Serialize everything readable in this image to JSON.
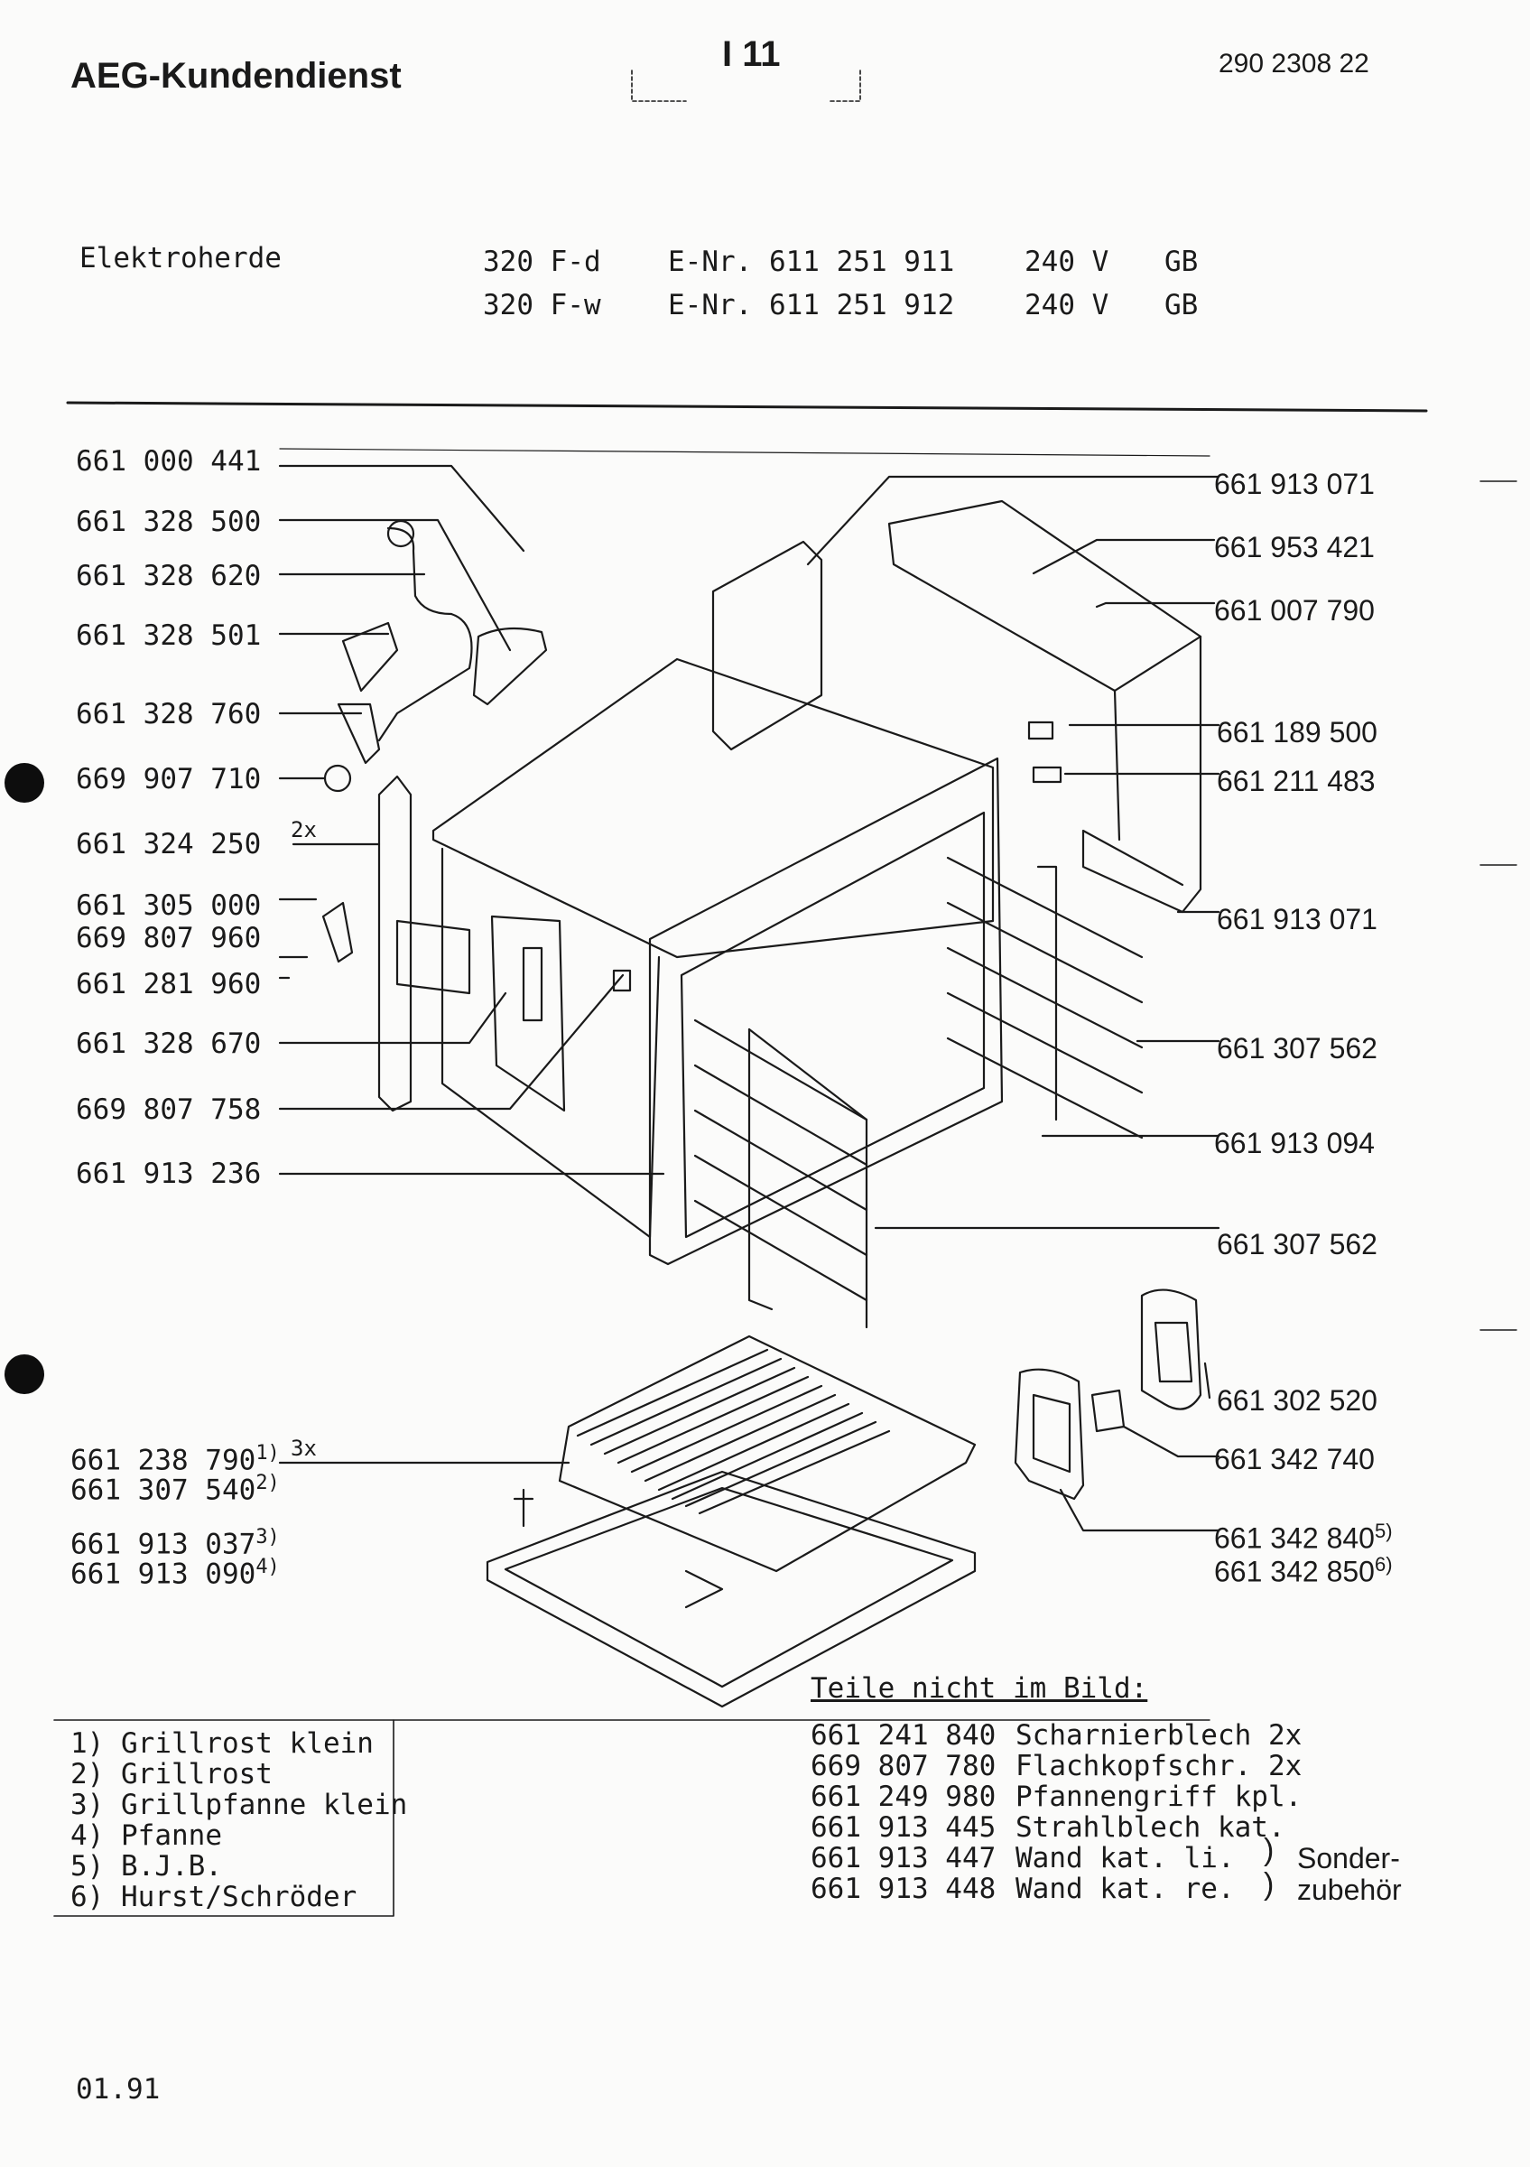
{
  "header": {
    "brand": "AEG-Kundendienst",
    "section_code": "I 11",
    "doc_number": "290 2308 22"
  },
  "product": {
    "category": "Elektroherde",
    "rows": [
      {
        "model": "320 F-d",
        "enr": "E-Nr. 611 251 911",
        "voltage": "240 V",
        "country": "GB"
      },
      {
        "model": "320 F-w",
        "enr": "E-Nr. 611 251 912",
        "voltage": "240 V",
        "country": "GB"
      }
    ]
  },
  "left_labels": [
    {
      "text": "661 000 441"
    },
    {
      "text": "661 328 500"
    },
    {
      "text": "661 328 620"
    },
    {
      "text": "661 328 501"
    },
    {
      "text": "661 328 760"
    },
    {
      "text": "669 907 710"
    },
    {
      "text": "661 324 250"
    },
    {
      "text": "661 305 000"
    },
    {
      "text": "669 807 960"
    },
    {
      "text": "661 281 960"
    },
    {
      "text": "661 328 670"
    },
    {
      "text": "669 807 758"
    },
    {
      "text": "661 913 236"
    }
  ],
  "qty_2x": "2x",
  "right_labels": [
    {
      "text": "661 913 071"
    },
    {
      "text": "661 953 421"
    },
    {
      "text": "661 007 790"
    },
    {
      "text": "661 189 500"
    },
    {
      "text": "661 211 483"
    },
    {
      "text": "661 913 071"
    },
    {
      "text": "661 307 562"
    },
    {
      "text": "661 913 094"
    },
    {
      "text": "661 307 562"
    },
    {
      "text": "661 302 520"
    },
    {
      "text": "661 342 740"
    }
  ],
  "right_footnote_labels": [
    {
      "text": "661 342 840",
      "note": "5)"
    },
    {
      "text": "661 342 850",
      "note": "6)"
    }
  ],
  "bottom_left_labels": [
    {
      "text": "661 238 790",
      "note": "1)"
    },
    {
      "text": "661 307 540",
      "note": "2)"
    },
    {
      "text": "661 913 037",
      "note": "3)"
    },
    {
      "text": "661 913 090",
      "note": "4)"
    }
  ],
  "qty_3x": "3x",
  "legend": [
    {
      "num": "1)",
      "text": "Grillrost klein"
    },
    {
      "num": "2)",
      "text": "Grillrost"
    },
    {
      "num": "3)",
      "text": "Grillpfanne klein"
    },
    {
      "num": "4)",
      "text": "Pfanne"
    },
    {
      "num": "5)",
      "text": "B.J.B."
    },
    {
      "num": "6)",
      "text": "Hurst/Schröder"
    }
  ],
  "not_pictured": {
    "title": "Teile nicht im Bild:",
    "items": [
      {
        "number": "661 241 840",
        "desc": "Scharnierblech 2x"
      },
      {
        "number": "669 807 780",
        "desc": "Flachkopfschr. 2x"
      },
      {
        "number": "661 249 980",
        "desc": "Pfannengriff kpl."
      },
      {
        "number": "661 913 445",
        "desc": "Strahlblech kat."
      },
      {
        "number": "661 913 447",
        "desc": "Wand kat. li."
      },
      {
        "number": "661 913 448",
        "desc": "Wand kat. re."
      }
    ],
    "bracket_note": "Sonder-\nzubehör",
    "bracket_line1": "Sonder-",
    "bracket_line2": "zubehör"
  },
  "footer_date": "01.91"
}
